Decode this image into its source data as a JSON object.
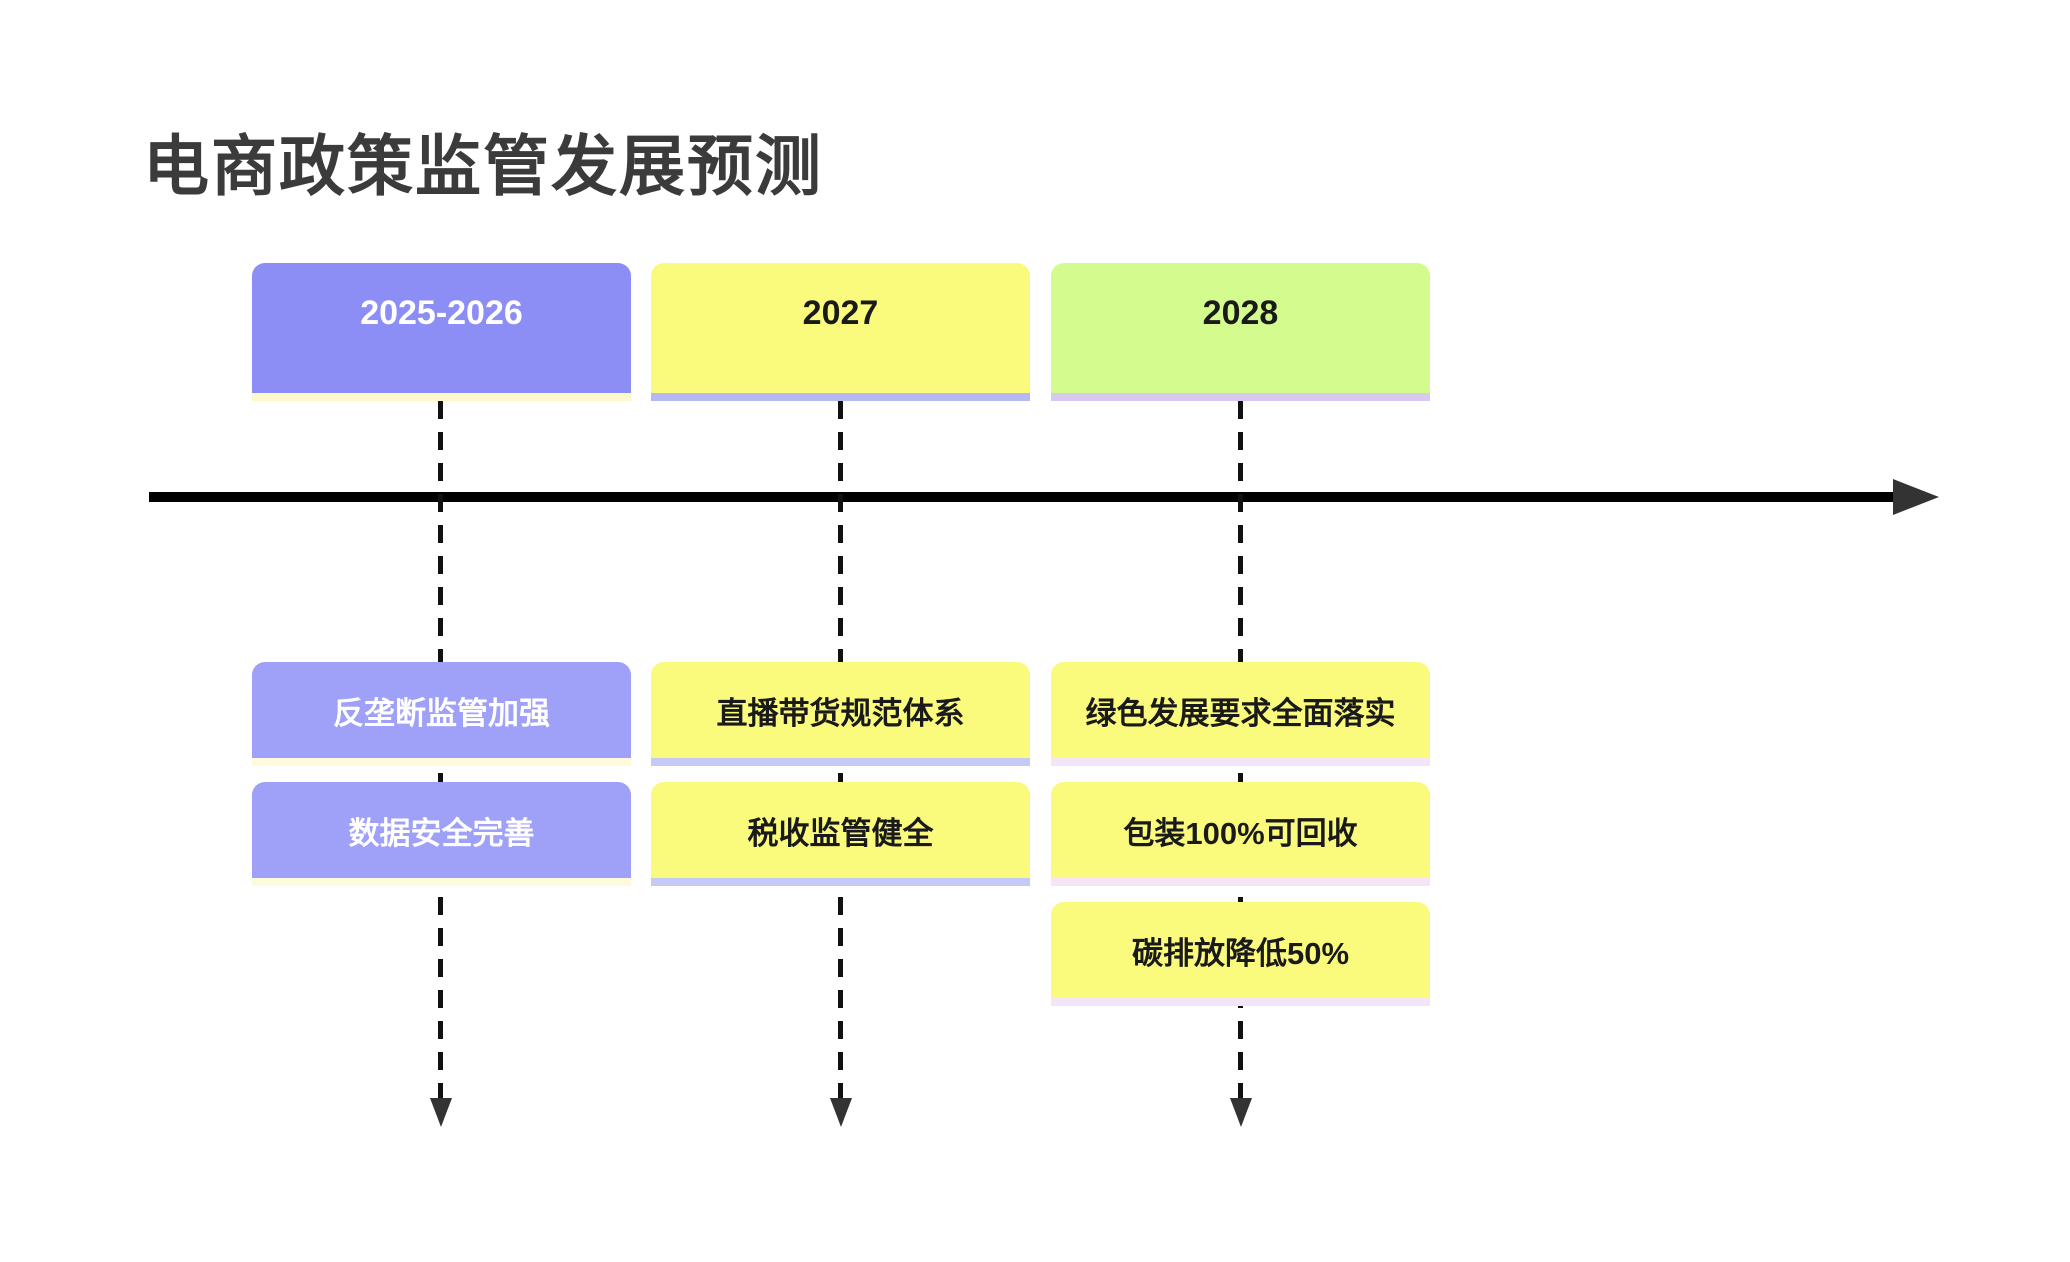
{
  "title": "电商政策监管发展预测",
  "palette": {
    "header_purple": "#8C8EF5",
    "event_purple": "#9FA0F7",
    "yellow": "#FAFB7D",
    "green": "#D3FB8E",
    "header_shadow_cream": "#FCFACB",
    "header_shadow_periwinkle": "#B5B8F1",
    "header_shadow_lavender": "#D8C9EE",
    "event_shadow_cream": "#FDFBDC",
    "event_shadow_periwinkle": "#C6C9F6",
    "event_shadow_pink": "#F5E3F6",
    "axis_color": "#000000",
    "arrowhead_color": "#333333",
    "title_color": "#3B3B3B"
  },
  "columns": [
    {
      "period": "2025-2026",
      "events": [
        "反垄断监管加强",
        "数据安全完善"
      ]
    },
    {
      "period": "2027",
      "events": [
        "直播带货规范体系",
        "税收监管健全"
      ]
    },
    {
      "period": "2028",
      "events": [
        "绿色发展要求全面落实",
        "包装100%可回收",
        "碳排放降低50%"
      ]
    }
  ]
}
